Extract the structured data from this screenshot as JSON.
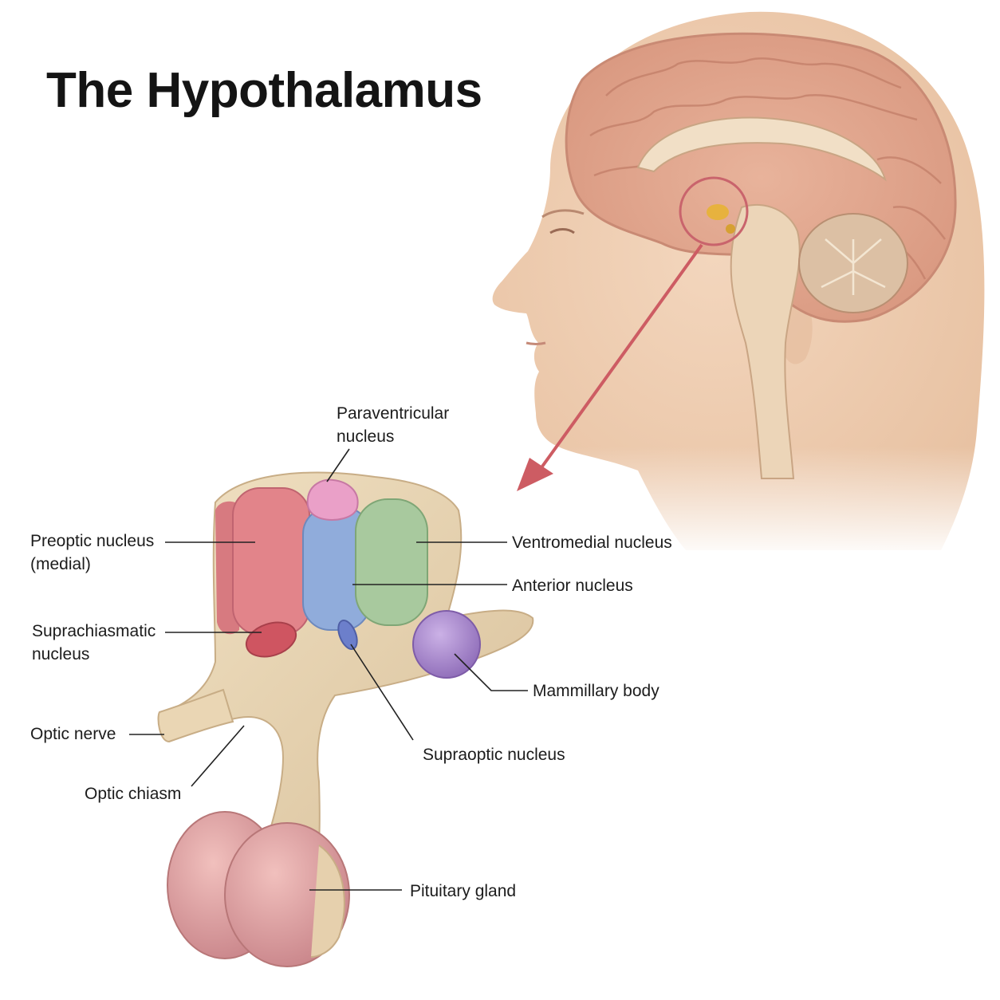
{
  "title": "The Hypothalamus",
  "colors": {
    "skin": "#edc9ac",
    "brain": "#e0a48c",
    "tissue": "#e6d3b0",
    "arrow": "#cd5c63",
    "preoptic": "#e2848a",
    "anterior": "#90acdb",
    "ventromedial": "#a8c99e",
    "paraventricular": "#eaa0c8",
    "suprachiasmatic": "#cf5561",
    "supraoptic": "#6c7fcb",
    "mammillary": "#a888cc",
    "pituitary": "#dea1a1"
  },
  "labels": {
    "paraventricular": [
      "Paraventricular",
      "nucleus"
    ],
    "preoptic": [
      "Preoptic nucleus",
      "(medial)"
    ],
    "ventromedial": [
      "Ventromedial nucleus"
    ],
    "anterior": [
      "Anterior nucleus"
    ],
    "suprachiasmatic": [
      "Suprachiasmatic",
      "nucleus"
    ],
    "mammillary": [
      "Mammillary body"
    ],
    "optic_nerve": [
      "Optic nerve"
    ],
    "supraoptic": [
      "Supraoptic nucleus"
    ],
    "optic_chiasm": [
      "Optic chiasm"
    ],
    "pituitary": [
      "Pituitary gland"
    ]
  }
}
